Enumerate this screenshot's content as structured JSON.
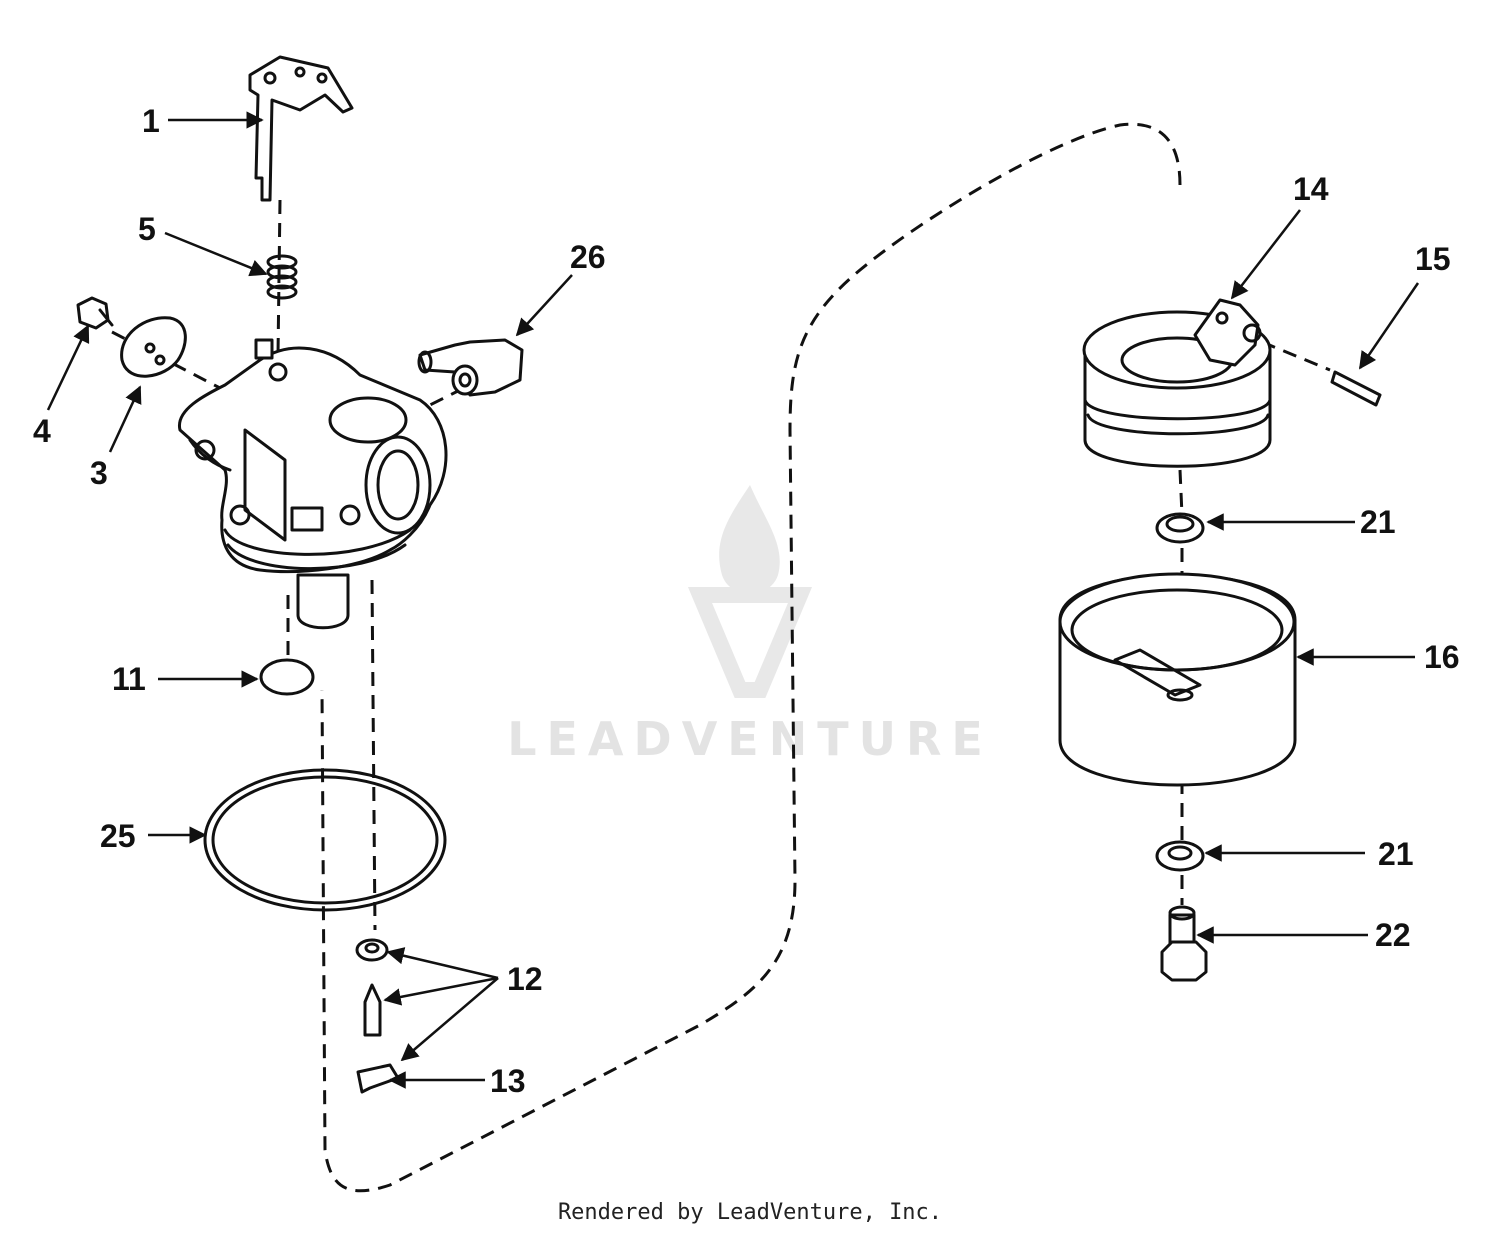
{
  "watermark": {
    "text": "LEADVENTURE",
    "color": "#e3e3e3"
  },
  "credit": "Rendered by LeadVenture, Inc.",
  "callouts": [
    {
      "id": "c1",
      "label": "1"
    },
    {
      "id": "c5",
      "label": "5"
    },
    {
      "id": "c26",
      "label": "26"
    },
    {
      "id": "c4",
      "label": "4"
    },
    {
      "id": "c3",
      "label": "3"
    },
    {
      "id": "c11",
      "label": "11"
    },
    {
      "id": "c25",
      "label": "25"
    },
    {
      "id": "c12",
      "label": "12"
    },
    {
      "id": "c13",
      "label": "13"
    },
    {
      "id": "c14",
      "label": "14"
    },
    {
      "id": "c15",
      "label": "15"
    },
    {
      "id": "c21a",
      "label": "21"
    },
    {
      "id": "c16",
      "label": "16"
    },
    {
      "id": "c21b",
      "label": "21"
    },
    {
      "id": "c22",
      "label": "22"
    }
  ]
}
